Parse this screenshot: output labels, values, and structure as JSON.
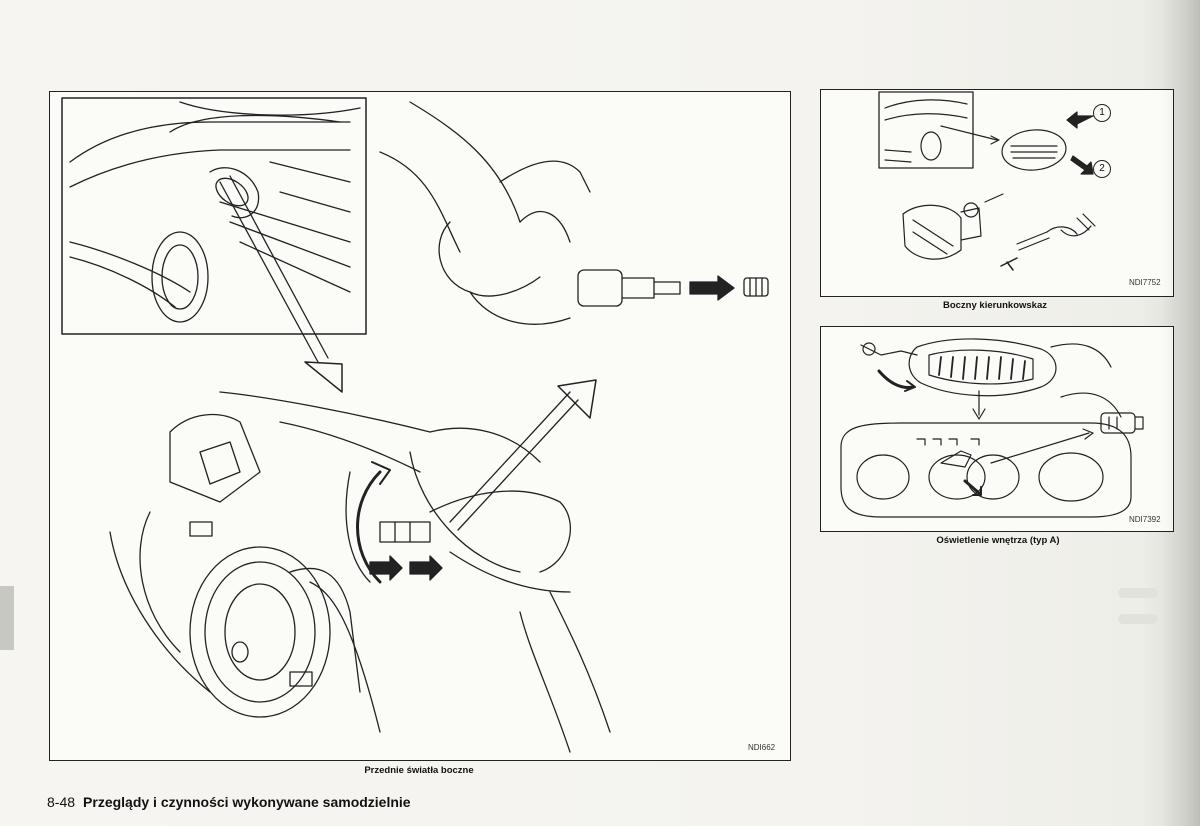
{
  "figures": {
    "main": {
      "code": "NDI662",
      "caption": "Przednie światła boczne"
    },
    "side_indicator": {
      "code": "NDI7752",
      "caption": "Boczny kierunkowskaz",
      "callouts": [
        "1",
        "2"
      ]
    },
    "interior_light": {
      "code": "NDI7392",
      "caption": "Oświetlenie wnętrza (typ A)"
    }
  },
  "footer": {
    "page_number": "8-48",
    "section_title": "Przeglądy i czynności wykonywane samodzielnie"
  }
}
